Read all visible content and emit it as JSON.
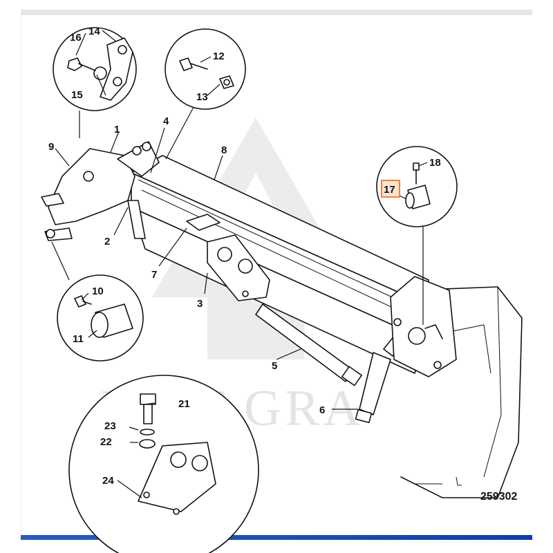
{
  "diagram": {
    "figure_number": "259302",
    "watermark": "LYTAGRA",
    "highlighted_callout": "17",
    "callouts": {
      "c1": "1",
      "c2": "2",
      "c3": "3",
      "c4": "4",
      "c5": "5",
      "c6": "6",
      "c7": "7",
      "c8": "8",
      "c9": "9",
      "c10": "10",
      "c11": "11",
      "c12": "12",
      "c13": "13",
      "c14": "14",
      "c15": "15",
      "c16": "16",
      "c17": "17",
      "c18": "18",
      "c21": "21",
      "c22": "22",
      "c23": "23",
      "c24": "24"
    },
    "colors": {
      "highlight_fill": "#fde4d4",
      "highlight_stroke": "#f0803c",
      "bottom_bar": "#1d4fb0"
    }
  }
}
